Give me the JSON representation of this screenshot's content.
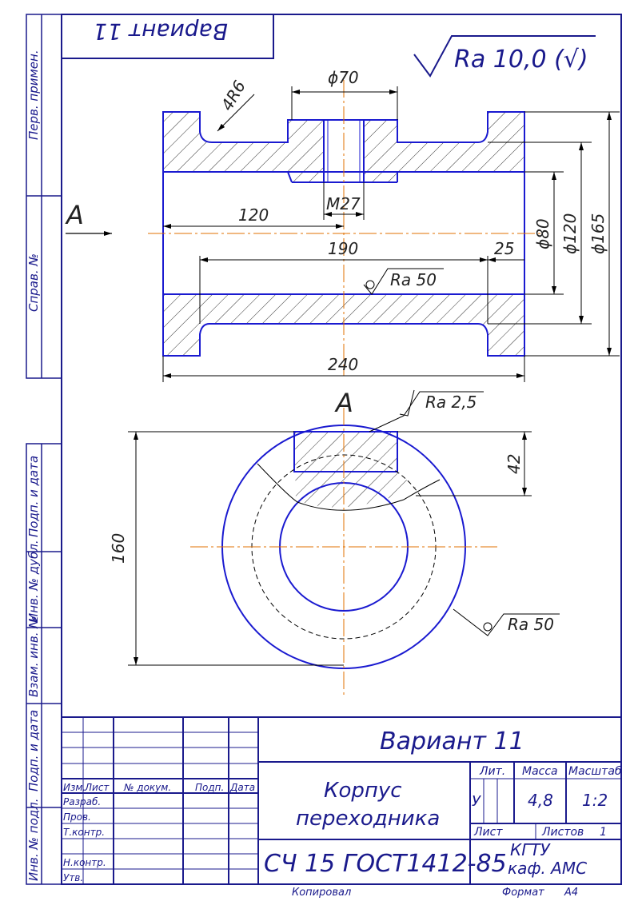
{
  "stamp": {
    "variant_rotated": "Вариант 11",
    "variant": "Вариант 11",
    "name_line1": "Корпус",
    "name_line2": "переходника",
    "material": "СЧ 15 ГОСТ1412-85",
    "org_line1": "КГТУ",
    "org_line2": "каф. АМС",
    "lit_header": "Лит.",
    "mass_header": "Масса",
    "scale_header": "Масштаб",
    "lit_value": "У",
    "mass_value": "4,8",
    "scale_value": "1:2",
    "sheet_label": "Лист",
    "sheets_label": "Листов",
    "sheets_value": "1",
    "col_izm": "Изм.",
    "col_list": "Лист",
    "col_doc": "№ докум.",
    "col_sign": "Подп.",
    "col_date": "Дата",
    "row_razrab": "Разраб.",
    "row_prov": "Пров.",
    "row_tkontr": "Т.контр.",
    "row_nkontr": "Н.контр.",
    "row_utv": "Утв.",
    "copied": "Копировал",
    "format": "Формат",
    "format_value": "А4"
  },
  "side_strip": {
    "perv_primen": "Перв. примен.",
    "sprav_no": "Справ. №",
    "podp_data_1": "Подп. и дата",
    "inv_dubl": "Инв. № дубл.",
    "vzam_inv": "Взам. инв. №",
    "podp_data_2": "Подп. и дата",
    "inv_podl": "Инв. № подл."
  },
  "drawing": {
    "roughness_general": "Ra 10,0 (√)",
    "roughness_bore": "Ra 50",
    "roughness_flat": "Ra 2,5",
    "roughness_outer": "Ra 50",
    "dim_phi70": "ϕ70",
    "dim_4R6": "4R6",
    "dim_M27": "M27",
    "dim_120": "120",
    "dim_190": "190",
    "dim_25": "25",
    "dim_240": "240",
    "dim_phi80": "ϕ80",
    "dim_phi120": "ϕ120",
    "dim_phi165": "ϕ165",
    "dim_42": "42",
    "dim_160": "160",
    "view_label": "A",
    "view_arrow_label": "A"
  },
  "colors": {
    "outline": "#1a1ad0",
    "frame": "#1a1a8c",
    "axis": "#e07000",
    "dim": "#000000"
  }
}
